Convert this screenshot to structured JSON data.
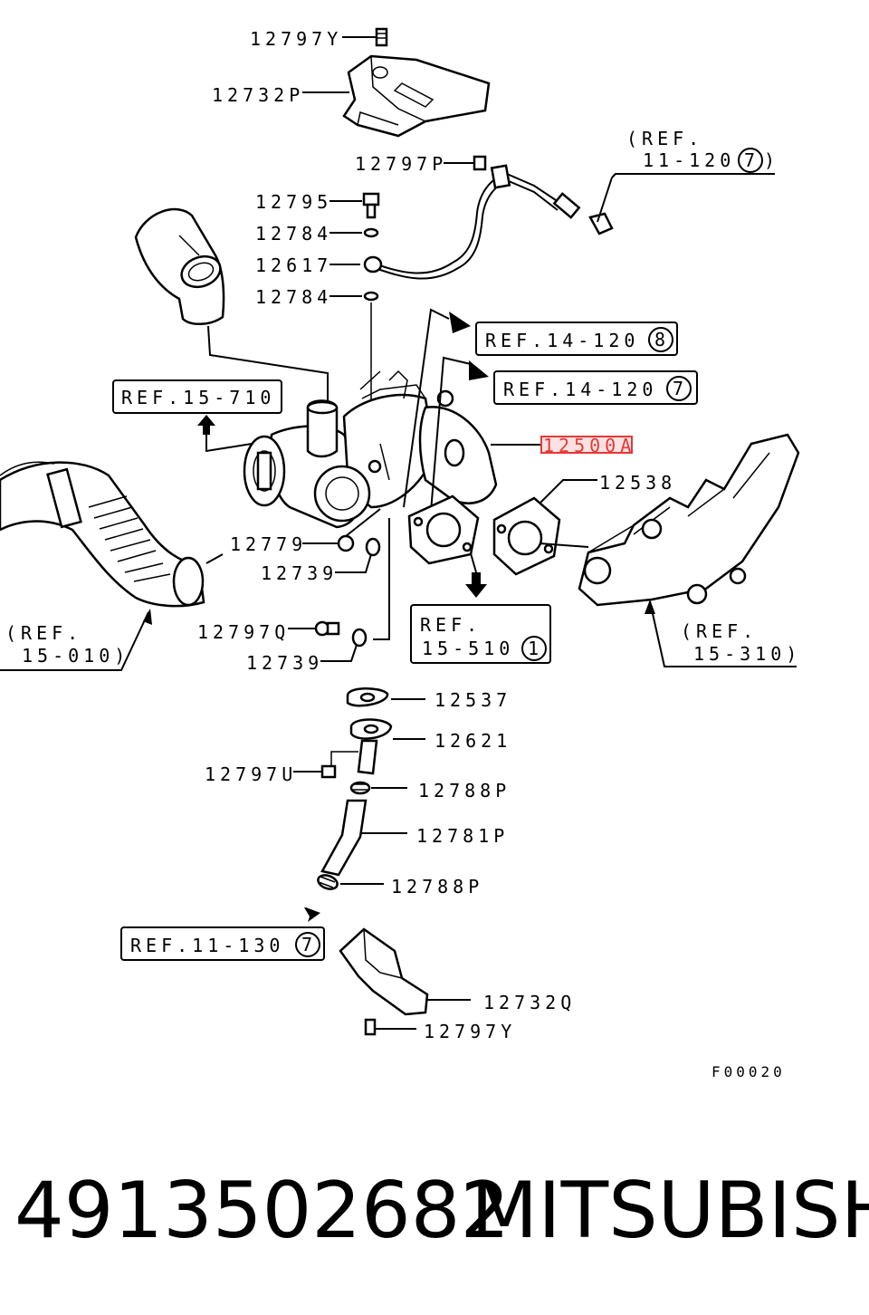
{
  "diagram": {
    "callouts": {
      "c_12797y_top": "12797Y",
      "c_12732p": "12732P",
      "c_12797p": "12797P",
      "c_12795": "12795",
      "c_12784_a": "12784",
      "c_12617": "12617",
      "c_12784_b": "12784",
      "c_12500a": "12500A",
      "c_12538": "12538",
      "c_12779": "12779",
      "c_12739_a": "12739",
      "c_12797q": "12797Q",
      "c_12739_b": "12739",
      "c_12537": "12537",
      "c_12621": "12621",
      "c_12797u": "12797U",
      "c_12788p_a": "12788P",
      "c_12781p": "12781P",
      "c_12788p_b": "12788P",
      "c_12732q": "12732Q",
      "c_12797y_bottom": "12797Y"
    },
    "references": {
      "ref_11_120": {
        "line1": "(REF.",
        "line2": "11-120",
        "circled": "7",
        "close": ")"
      },
      "ref_14_120_8": {
        "text": "REF.14-120",
        "circled": "8"
      },
      "ref_14_120_7": {
        "text": "REF.14-120",
        "circled": "7"
      },
      "ref_15_710": {
        "text": "REF.15-710"
      },
      "ref_15_010": {
        "line1": "(REF.",
        "line2": "15-010)"
      },
      "ref_15_510": {
        "line1": "REF.",
        "line2": "15-510",
        "circled": "1"
      },
      "ref_15_310": {
        "line1": "(REF.",
        "line2": "15-310)"
      },
      "ref_11_130": {
        "text": "REF.11-130",
        "circled": "7"
      }
    },
    "figure_code": "F00020",
    "highlight_color": "#e53935"
  },
  "footer": {
    "part_number": "4913502682",
    "brand": "MITSUBISHI"
  }
}
